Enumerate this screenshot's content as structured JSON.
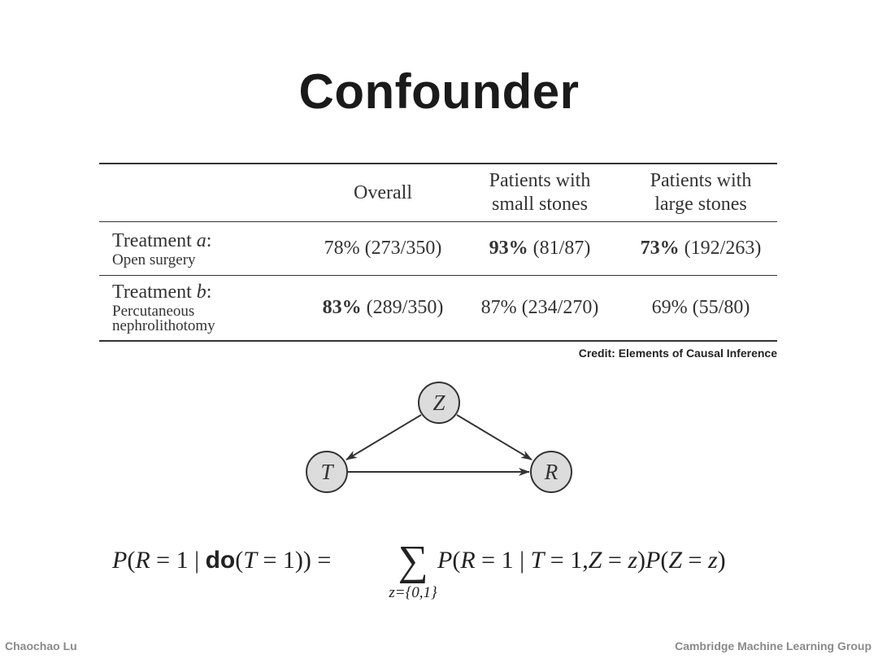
{
  "title": "Confounder",
  "table": {
    "headers": [
      "",
      "Overall",
      "Patients with small stones",
      "Patients with large stones"
    ],
    "header_lines": [
      [],
      [
        "Overall"
      ],
      [
        "Patients with",
        "small stones"
      ],
      [
        "Patients with",
        "large stones"
      ]
    ],
    "rows": [
      {
        "label_prefix": "Treatment ",
        "label_var": "a",
        "label_suffix": ":",
        "sublabel": "Open surgery",
        "cells": [
          {
            "pct": "78%",
            "frac": "(273/350)",
            "bold": false
          },
          {
            "pct": "93%",
            "frac": "(81/87)",
            "bold": true
          },
          {
            "pct": "73%",
            "frac": "(192/263)",
            "bold": true
          }
        ]
      },
      {
        "label_prefix": "Treatment ",
        "label_var": "b",
        "label_suffix": ":",
        "sublabel": "Percutaneous nephrolithotomy",
        "cells": [
          {
            "pct": "83%",
            "frac": "(289/350)",
            "bold": true
          },
          {
            "pct": "87%",
            "frac": "(234/270)",
            "bold": false
          },
          {
            "pct": "69%",
            "frac": "(55/80)",
            "bold": false
          }
        ]
      }
    ]
  },
  "credit": "Credit: Elements of Causal Inference",
  "diagram": {
    "nodes": [
      {
        "id": "Z",
        "label": "Z"
      },
      {
        "id": "T",
        "label": "T"
      },
      {
        "id": "R",
        "label": "R"
      }
    ],
    "edges": [
      {
        "from": "Z",
        "to": "T"
      },
      {
        "from": "Z",
        "to": "R"
      },
      {
        "from": "T",
        "to": "R"
      }
    ],
    "node_fill": "#dcdcdc",
    "stroke": "#333333"
  },
  "formula": {
    "lhs": "P(R = 1 | do(T = 1)) =",
    "sum_symbol": "∑",
    "sum_subscript": "z={0,1}",
    "rhs": "P(R = 1 | T = 1,Z = z)P(Z = z)"
  },
  "footer": {
    "left": "Chaochao Lu",
    "right": "Cambridge Machine Learning Group"
  }
}
